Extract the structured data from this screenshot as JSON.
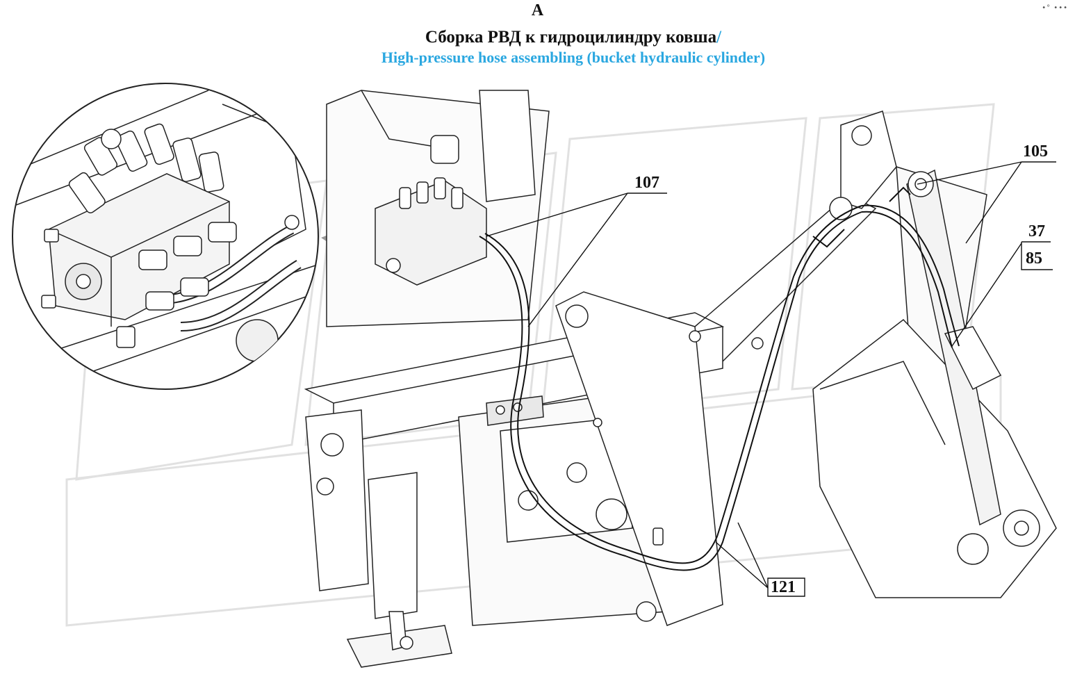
{
  "view_label": "А",
  "title_ru": "Сборка РВД к гидроцилиндру ковша",
  "title_separator": "/",
  "title_en": "High-pressure hose assembling (bucket hydraulic cylinder)",
  "corner_mark": "•° •••",
  "accent_color": "#2aa7e0",
  "callouts": {
    "c107": "107",
    "c105": "105",
    "c37": "37",
    "c85": "85",
    "c121": "121"
  }
}
